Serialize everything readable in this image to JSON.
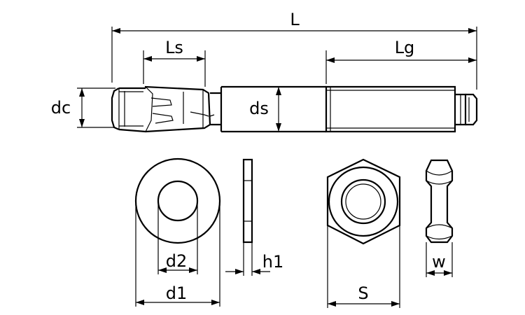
{
  "labels": {
    "L": "L",
    "Ls": "Ls",
    "Lg": "Lg",
    "dc": "dc",
    "ds": "ds",
    "d2": "d2",
    "d1": "d1",
    "h1": "h1",
    "S": "S",
    "w": "w"
  }
}
